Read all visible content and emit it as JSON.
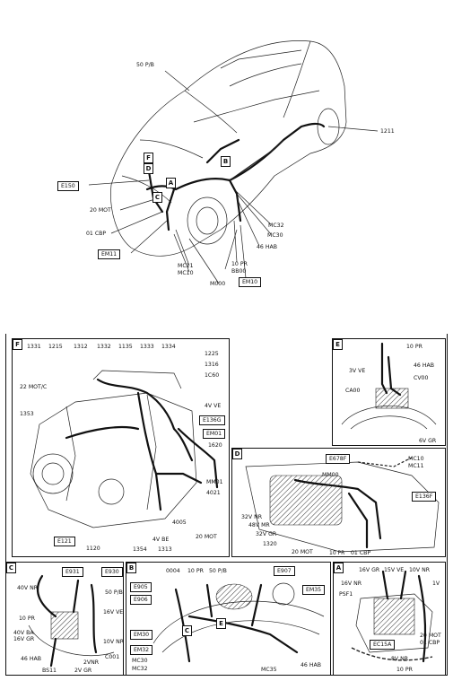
{
  "car": {
    "labels": [
      "50 P/B",
      "1211",
      "E150",
      "20 MOT",
      "01 CBP",
      "EM11",
      "MC11",
      "MC10",
      "M000",
      "EM10",
      "BB00",
      "10 PR",
      "46 HAB",
      "MC30",
      "MC32"
    ],
    "tags": [
      "F",
      "D",
      "B",
      "A",
      "C"
    ]
  },
  "panel_f": {
    "tag": "F",
    "labels": [
      "1331",
      "1215",
      "1312",
      "1332",
      "1135",
      "1333",
      "1334",
      "1225",
      "1316",
      "1C60",
      "22 MOT/C",
      "4V VE",
      "1353",
      "E136G",
      "EM01",
      "1620",
      "MM01",
      "4021",
      "4005",
      "20 MOT",
      "E121",
      "1120",
      "1354",
      "1313",
      "4V BE"
    ]
  },
  "panel_e": {
    "tag": "E",
    "labels": [
      "10 PR",
      "3V VE",
      "46 HAB",
      "CV00",
      "CA00",
      "6V GR"
    ]
  },
  "panel_d": {
    "tag": "D",
    "labels": [
      "E678F",
      "MC10",
      "MC11",
      "MM00",
      "E136F",
      "32V NR",
      "48V MR",
      "32V GR",
      "1320",
      "20 MOT",
      "10 PR",
      "01 CBP"
    ]
  },
  "panel_c": {
    "tag": "C",
    "labels": [
      "E931",
      "E930",
      "40V NR",
      "50 P/B",
      "16V VE",
      "10 PR",
      "40V BA",
      "16V GR",
      "10V NR",
      "C001",
      "46 HAB",
      "BS11",
      "2V GR",
      "2VNR"
    ]
  },
  "panel_b": {
    "tag": "B",
    "labels": [
      "0004",
      "10 PR",
      "50 P/B",
      "E907",
      "E905",
      "E906",
      "EM35",
      "EM30",
      "EM32",
      "MC30",
      "MC32",
      "MC35",
      "46 HAB",
      "C",
      "E"
    ]
  },
  "panel_a": {
    "tag": "A",
    "labels": [
      "16V GR",
      "15V VE",
      "10V NR",
      "16V NR",
      "1V",
      "PSF1",
      "20 MOT",
      "01 CBP",
      "EC15A",
      "8V NR",
      "10 PR"
    ]
  }
}
